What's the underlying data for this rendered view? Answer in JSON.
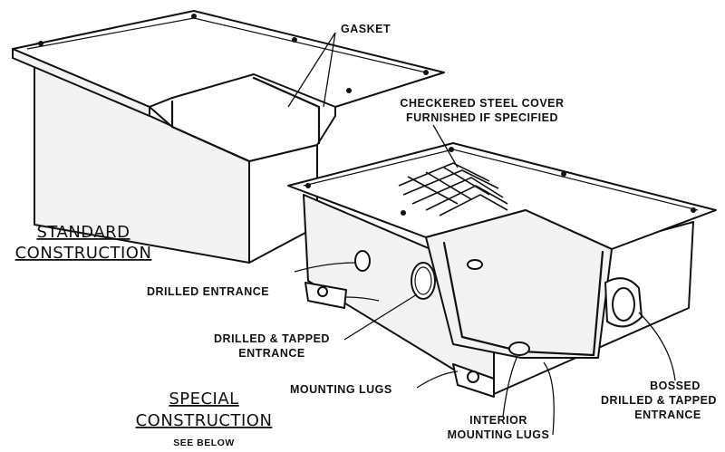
{
  "labels": {
    "gasket": "GASKET",
    "checkered_line1": "CHECKERED STEEL COVER",
    "checkered_line2": "FURNISHED IF SPECIFIED",
    "standard_line1": "STANDARD",
    "standard_line2": "CONSTRUCTION",
    "drilled_entrance": "DRILLED ENTRANCE",
    "drilled_tapped_line1": "DRILLED & TAPPED",
    "drilled_tapped_line2": "ENTRANCE",
    "mounting_lugs": "MOUNTING LUGS",
    "special_line1": "SPECIAL",
    "special_line2": "CONSTRUCTION",
    "see_below": "SEE BELOW",
    "interior_line1": "INTERIOR",
    "interior_line2": "MOUNTING LUGS",
    "bossed_line1": "BOSSED",
    "bossed_line2": "DRILLED & TAPPED",
    "bossed_line3": "ENTRANCE"
  }
}
